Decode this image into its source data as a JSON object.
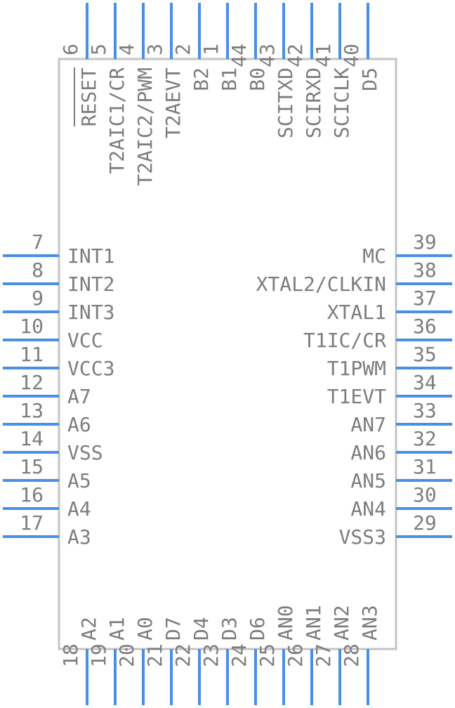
{
  "pins": {
    "top": [
      {
        "num": "6",
        "label": "RESET",
        "overline": true
      },
      {
        "num": "5",
        "label": "T2AIC1/CR"
      },
      {
        "num": "4",
        "label": "T2AIC2/PWM"
      },
      {
        "num": "3",
        "label": "T2AEVT"
      },
      {
        "num": "2",
        "label": "B2"
      },
      {
        "num": "1",
        "label": "B1"
      },
      {
        "num": "44",
        "label": "B0"
      },
      {
        "num": "43",
        "label": "SCITXD"
      },
      {
        "num": "42",
        "label": "SCIRXD"
      },
      {
        "num": "41",
        "label": "SCICLK"
      },
      {
        "num": "40",
        "label": "D5"
      }
    ],
    "left": [
      {
        "num": "7",
        "label": "INT1"
      },
      {
        "num": "8",
        "label": "INT2"
      },
      {
        "num": "9",
        "label": "INT3"
      },
      {
        "num": "10",
        "label": "VCC"
      },
      {
        "num": "11",
        "label": "VCC3"
      },
      {
        "num": "12",
        "label": "A7"
      },
      {
        "num": "13",
        "label": "A6"
      },
      {
        "num": "14",
        "label": "VSS"
      },
      {
        "num": "15",
        "label": "A5"
      },
      {
        "num": "16",
        "label": "A4"
      },
      {
        "num": "17",
        "label": "A3"
      }
    ],
    "right": [
      {
        "num": "39",
        "label": "MC"
      },
      {
        "num": "38",
        "label": "XTAL2/CLKIN"
      },
      {
        "num": "37",
        "label": "XTAL1"
      },
      {
        "num": "36",
        "label": "T1IC/CR"
      },
      {
        "num": "35",
        "label": "T1PWM"
      },
      {
        "num": "34",
        "label": "T1EVT"
      },
      {
        "num": "33",
        "label": "AN7"
      },
      {
        "num": "32",
        "label": "AN6"
      },
      {
        "num": "31",
        "label": "AN5"
      },
      {
        "num": "30",
        "label": "AN4"
      },
      {
        "num": "29",
        "label": "VSS3"
      }
    ],
    "bottom": [
      {
        "num": "18",
        "label": "A2"
      },
      {
        "num": "19",
        "label": "A1"
      },
      {
        "num": "20",
        "label": "A0"
      },
      {
        "num": "21",
        "label": "D7"
      },
      {
        "num": "22",
        "label": "D4"
      },
      {
        "num": "23",
        "label": "D3"
      },
      {
        "num": "24",
        "label": "D6"
      },
      {
        "num": "25",
        "label": "AN0"
      },
      {
        "num": "26",
        "label": "AN1"
      },
      {
        "num": "27",
        "label": "AN2"
      },
      {
        "num": "28",
        "label": "AN3"
      }
    ]
  },
  "colors": {
    "pin": "#4a8fe7",
    "body_outline": "#c4c4c4",
    "text": "#7d7d7d"
  }
}
